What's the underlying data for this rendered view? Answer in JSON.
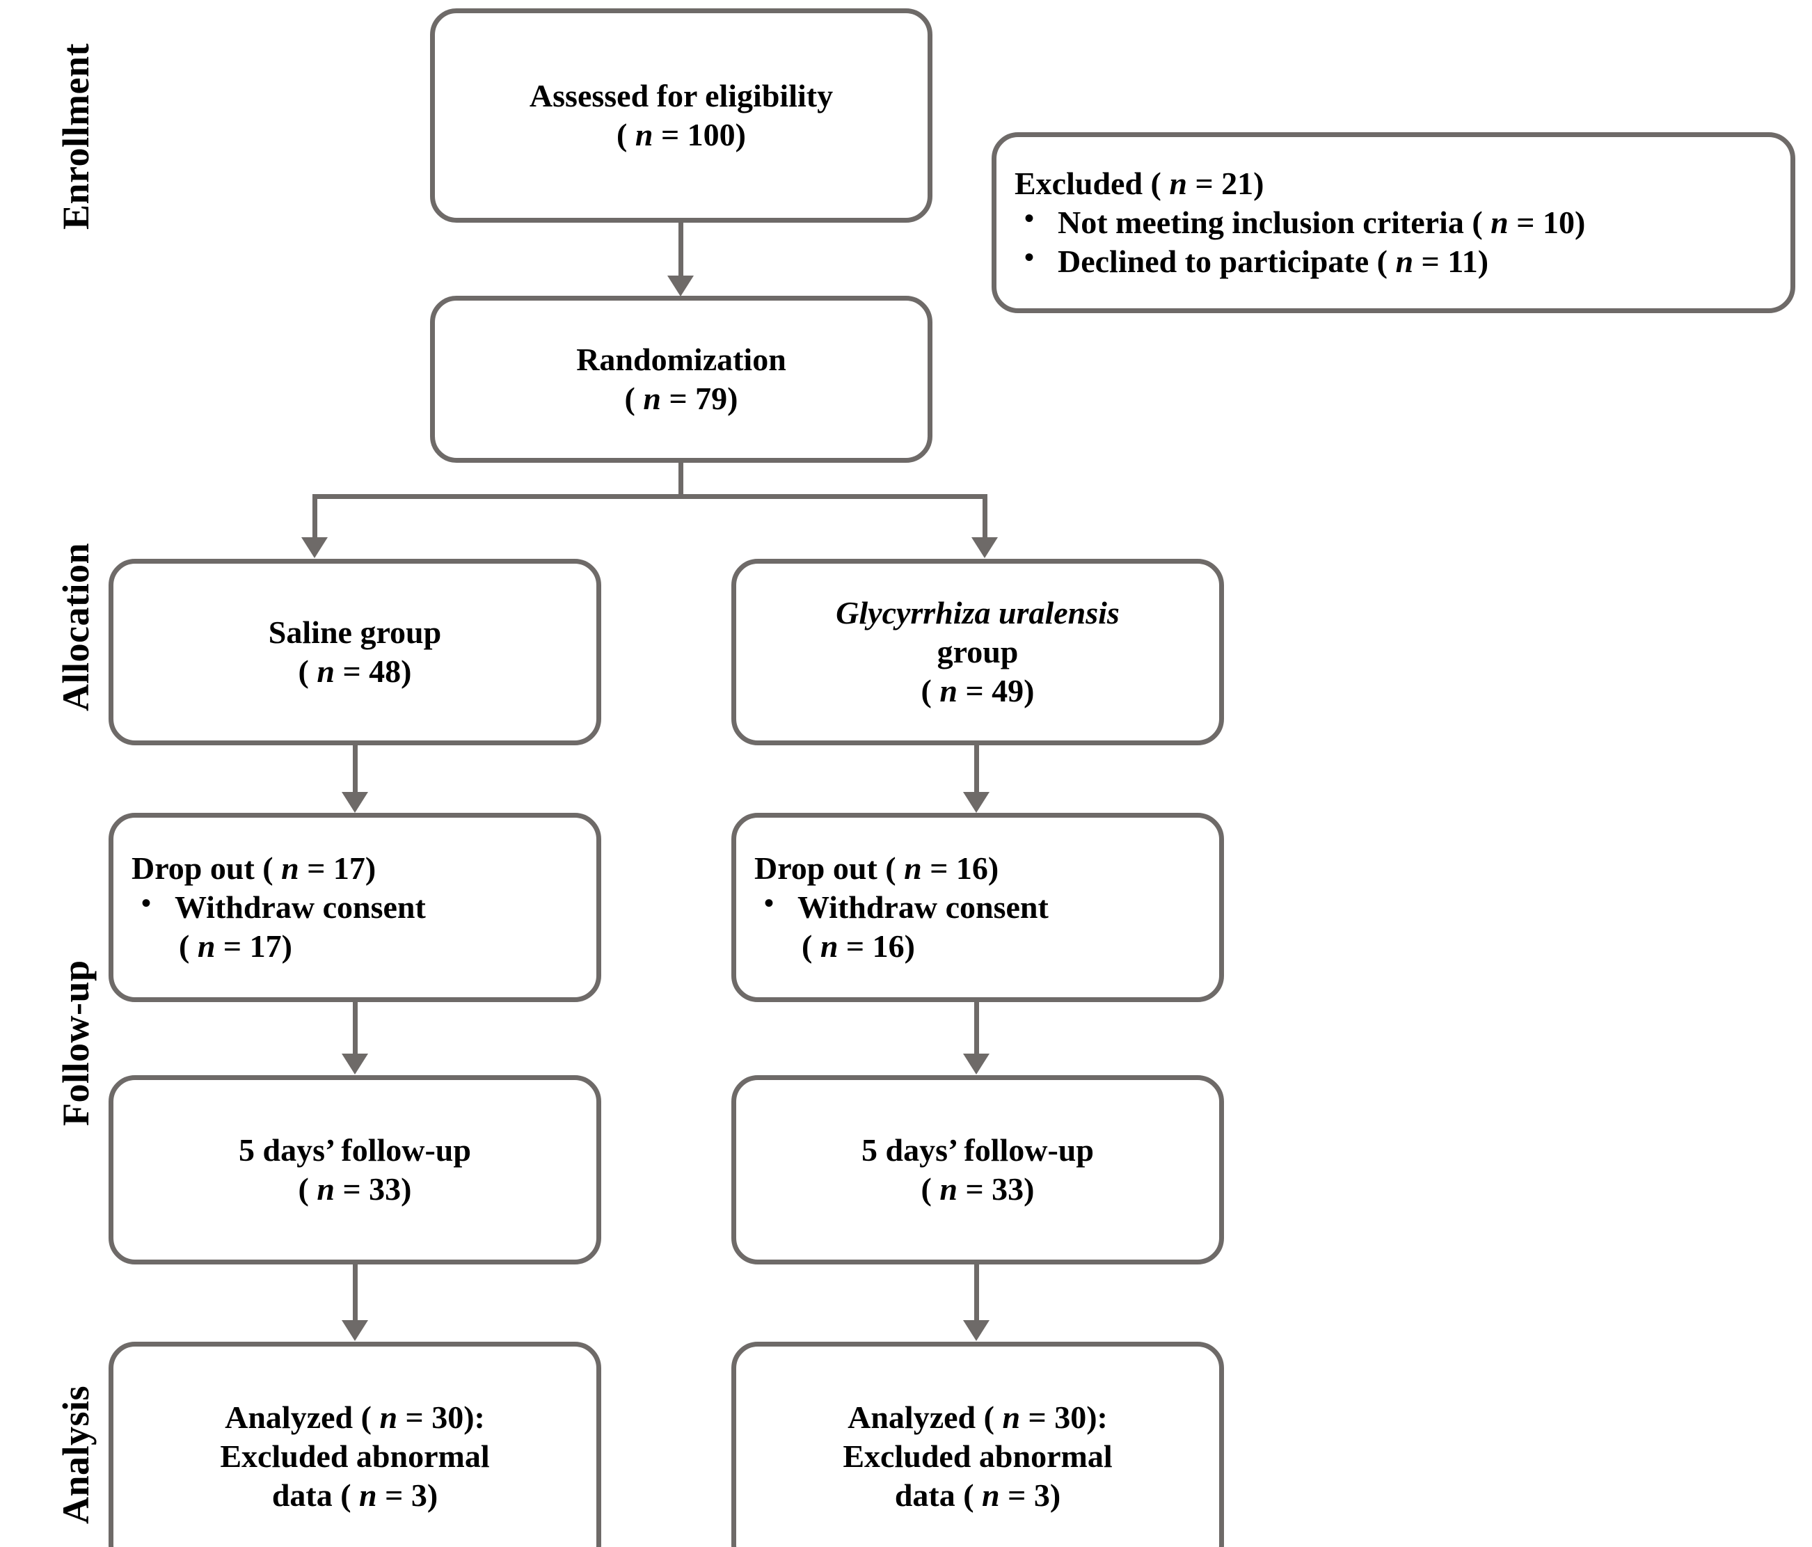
{
  "diagram": {
    "title": "CONSORT participant flow diagram",
    "border_color": "#6e6a68",
    "text_color": "#000000",
    "background": "#ffffff"
  },
  "stages": [
    {
      "id": "enrollment",
      "label": "Enrollment"
    },
    {
      "id": "allocation",
      "label": "Allocation"
    },
    {
      "id": "followup",
      "label": "Follow-up"
    },
    {
      "id": "analysis",
      "label": "Analysis"
    }
  ],
  "nodes": {
    "assessed": {
      "line1": "Assessed for eligibility",
      "line2_pre": "( ",
      "line2_var": "n",
      "line2_post": " = 100)"
    },
    "excluded": {
      "heading_pre": "Excluded ( ",
      "heading_var": "n",
      "heading_post": " = 21)",
      "bullets": [
        {
          "text_pre": "Not meeting inclusion criteria ( ",
          "var": "n",
          "text_post": " = 10)"
        },
        {
          "text_pre": "Declined to participate ( ",
          "var": "n",
          "text_post": " = 11)"
        }
      ]
    },
    "randomization": {
      "line1": "Randomization",
      "line2_pre": "( ",
      "line2_var": "n",
      "line2_post": " = 79)"
    },
    "saline_group": {
      "line1": "Saline group",
      "line2_pre": "( ",
      "line2_var": "n",
      "line2_post": " = 48)"
    },
    "glycyrrhiza_group": {
      "species": "Glycyrrhiza uralensis",
      "line2": "group",
      "line3_pre": "( ",
      "line3_var": "n",
      "line3_post": " = 49)"
    },
    "dropout_left": {
      "heading_pre": "Drop out ( ",
      "heading_var": "n",
      "heading_post": " = 17)",
      "bullet_text": "Withdraw consent",
      "bullet_cont_pre": "( ",
      "bullet_cont_var": "n",
      "bullet_cont_post": " = 17)"
    },
    "dropout_right": {
      "heading_pre": "Drop out ( ",
      "heading_var": "n",
      "heading_post": " = 16)",
      "bullet_text": "Withdraw consent",
      "bullet_cont_pre": "( ",
      "bullet_cont_var": "n",
      "bullet_cont_post": " = 16)"
    },
    "followup_left": {
      "line1": "5 days’ follow-up",
      "line2_pre": "( ",
      "line2_var": "n",
      "line2_post": " = 33)"
    },
    "followup_right": {
      "line1": "5 days’ follow-up",
      "line2_pre": "( ",
      "line2_var": "n",
      "line2_post": " = 33)"
    },
    "analyzed_left": {
      "line1_pre": "Analyzed ( ",
      "line1_var": "n",
      "line1_post": " = 30):",
      "line2": "Excluded abnormal",
      "line3_pre": "data ( ",
      "line3_var": "n",
      "line3_post": " = 3)"
    },
    "analyzed_right": {
      "line1_pre": "Analyzed ( ",
      "line1_var": "n",
      "line1_post": " = 30):",
      "line2": "Excluded abnormal",
      "line3_pre": "data ( ",
      "line3_var": "n",
      "line3_post": " = 3)"
    }
  },
  "chart_data": {
    "type": "flowchart",
    "title": "CONSORT participant flow diagram",
    "stages": [
      "Enrollment",
      "Allocation",
      "Follow-up",
      "Analysis"
    ],
    "counts": {
      "assessed_for_eligibility": 100,
      "excluded_total": 21,
      "excluded_not_meeting_inclusion_criteria": 10,
      "excluded_declined_to_participate": 11,
      "randomized": 79,
      "saline_group_allocated": 48,
      "glycyrrhiza_uralensis_group_allocated": 49,
      "saline_dropout": 17,
      "saline_withdraw_consent": 17,
      "glycyrrhiza_dropout": 16,
      "glycyrrhiza_withdraw_consent": 16,
      "saline_followup_5_days": 33,
      "glycyrrhiza_followup_5_days": 33,
      "saline_analyzed": 30,
      "saline_excluded_abnormal_data": 3,
      "glycyrrhiza_analyzed": 30,
      "glycyrrhiza_excluded_abnormal_data": 3
    },
    "arms": [
      "Saline group",
      "Glycyrrhiza uralensis group"
    ],
    "followup_duration": "5 days"
  }
}
